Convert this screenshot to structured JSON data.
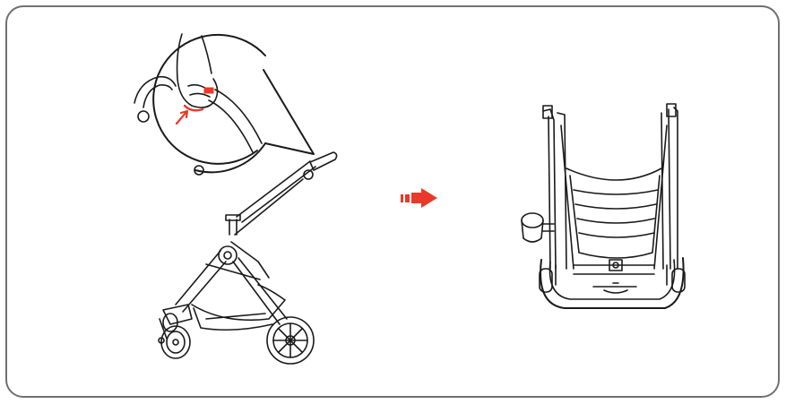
{
  "diagram": {
    "steps": [
      {
        "id": "unfolded-stroller",
        "detail": "handle-button-callout"
      },
      {
        "id": "folded-stroller"
      }
    ],
    "colors": {
      "line": "#1a1a1a",
      "accent": "#e8392a",
      "border": "#707070",
      "background": "#ffffff"
    },
    "icons": [
      "press-arrow-icon",
      "next-step-arrow-icon"
    ]
  }
}
